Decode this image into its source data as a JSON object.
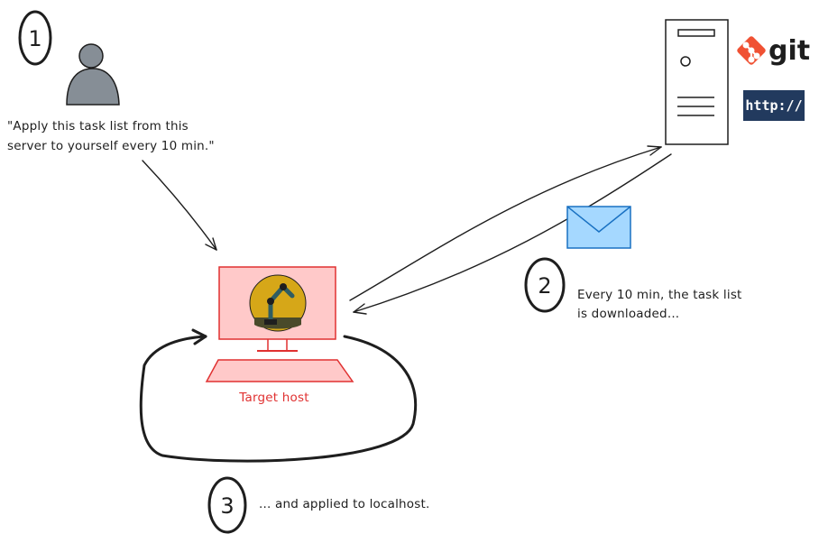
{
  "steps": [
    {
      "number": "1",
      "caption_lines": [
        "\"Apply this task list from this",
        "server to yourself every 10 min.\""
      ]
    },
    {
      "number": "2",
      "caption_lines": [
        "Every 10 min, the task list",
        "is downloaded..."
      ]
    },
    {
      "number": "3",
      "caption_lines": [
        "... and applied to localhost."
      ]
    }
  ],
  "target": {
    "label": "Target host"
  },
  "server": {
    "badge_git": "git",
    "badge_http": "http://"
  },
  "colors": {
    "ink": "#1e1e1e",
    "monitor_fill": "#ffc9c9",
    "monitor_stroke": "#e03131",
    "envelope_fill": "#a5d8ff",
    "envelope_stroke": "#1971c2",
    "person_fill": "#868e96",
    "http_badge_bg": "#223a5e",
    "git_logo": "#f05133"
  },
  "icons": [
    "person-icon",
    "server-tower-icon",
    "git-logo-icon",
    "envelope-icon",
    "monitor-icon",
    "keyboard-icon",
    "robot-arm-logo-icon"
  ]
}
